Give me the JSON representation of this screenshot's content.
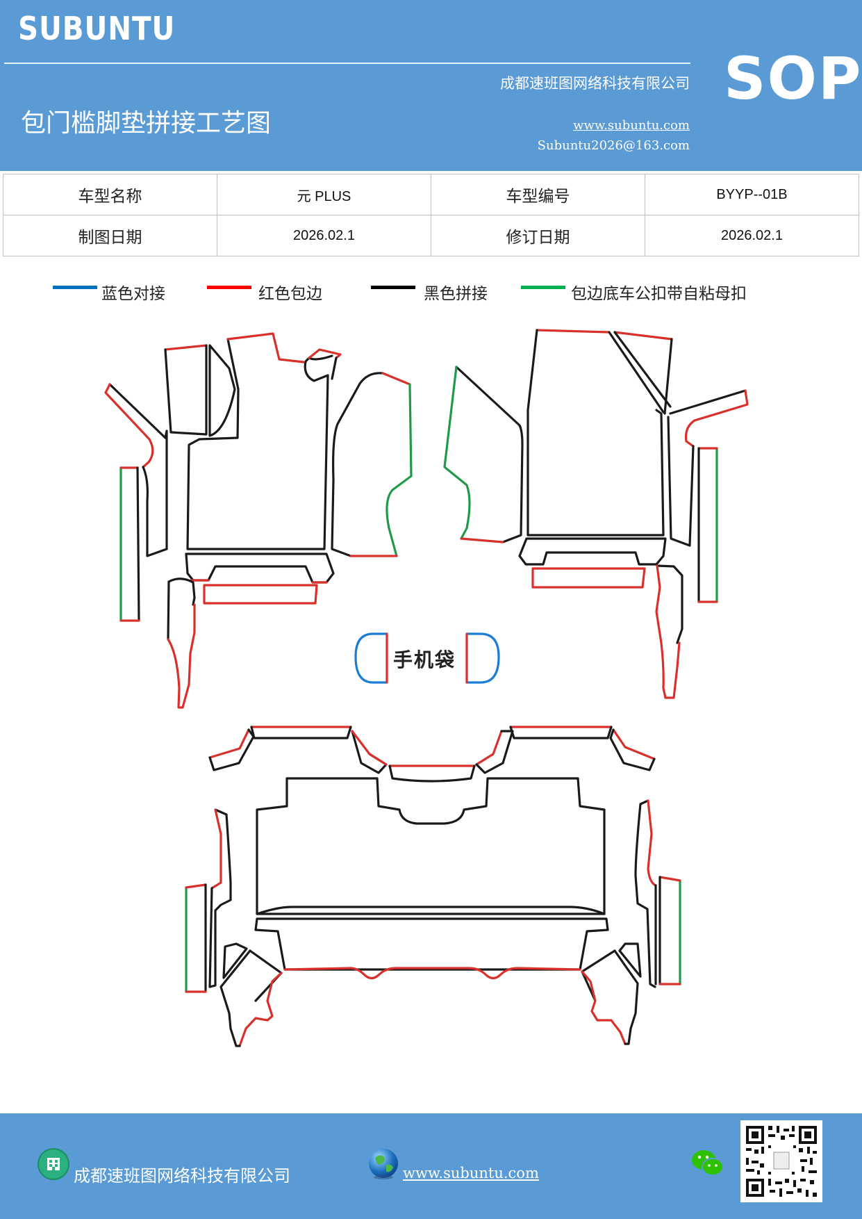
{
  "header": {
    "brand": "SUBUNTU",
    "company": "成都速班图网络科技有限公司",
    "title": "包门槛脚垫拼接工艺图",
    "website": "www.subuntu.com",
    "email": "Subuntu2026@163.com",
    "badge": "SOP"
  },
  "info_table": [
    [
      "车型名称",
      "元 PLUS",
      "车型编号",
      "BYYP--01B"
    ],
    [
      "制图日期",
      "2026.02.1",
      "修订日期",
      "2026.02.1"
    ]
  ],
  "legend": [
    {
      "label": "蓝色对接",
      "color": "#0070c0"
    },
    {
      "label": "红色包边",
      "color": "#ff0000"
    },
    {
      "label": "黑色拼接",
      "color": "#000000"
    },
    {
      "label": "包边底车公扣带自粘母扣",
      "color": "#00b050"
    }
  ],
  "diagram": {
    "phone_pocket_label": "手机袋",
    "colors": {
      "black": "#1a1a1a",
      "red": "#d9302c",
      "green": "#1e9a48",
      "blue": "#1c7cd6"
    }
  },
  "footer": {
    "company": "成都速班图网络科技有限公司",
    "website": "www.subuntu.com"
  }
}
